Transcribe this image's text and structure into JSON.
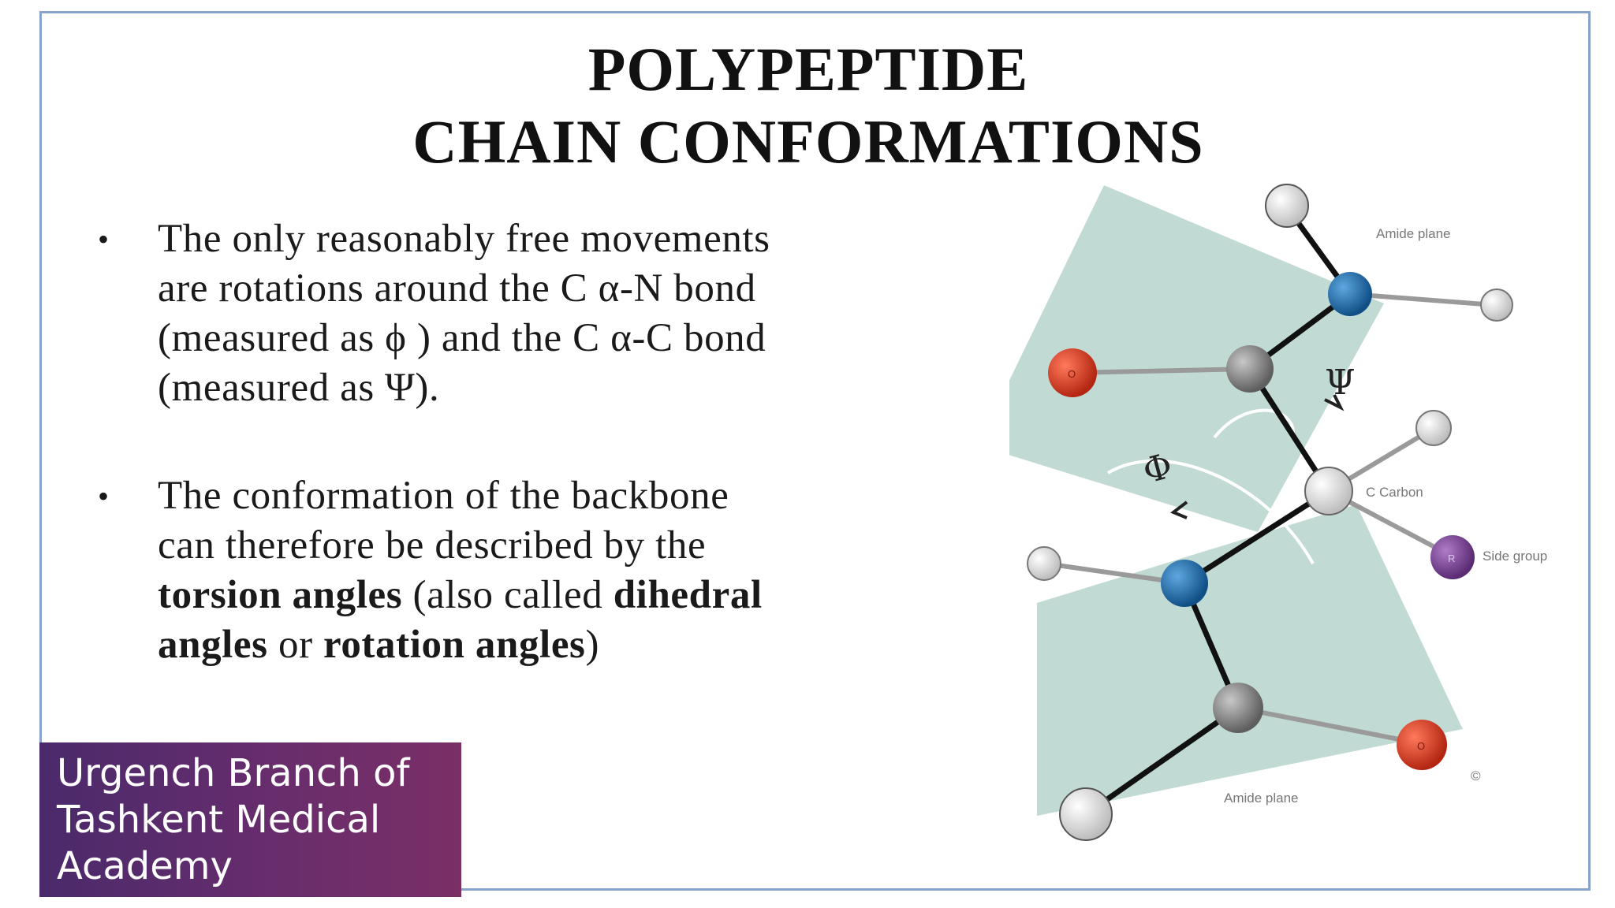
{
  "title": {
    "line1": "POLYPEPTIDE",
    "line2": "CHAIN CONFORMATIONS"
  },
  "bullets": [
    {
      "marker": "•",
      "lines": [
        "The only reasonably free movements",
        "are rotations around the C α-N  bond",
        "(measured as ϕ ) and the C α-C bond",
        "(measured as Ψ)."
      ]
    },
    {
      "marker": "•",
      "line1": "The conformation of the backbone",
      "line2": "can therefore be described by the",
      "line3_bold1": "torsion angles",
      "line3_text": " (also called ",
      "line3_bold2": "dihedral",
      "line4_bold1": "angles",
      "line4_text": " or ",
      "line4_bold2": "rotation angles",
      "line4_end": ")"
    }
  ],
  "diagram": {
    "amide_plane_top": "Amide plane",
    "amide_plane_bottom": "Amide plane",
    "c_alpha_label": "C Carbon",
    "side_group_label": "Side group",
    "psi": "Ψ",
    "phi": "Φ",
    "oxygen_atom": "O",
    "side_group_atom": "R",
    "corner_mark": "©",
    "colors": {
      "plane": "#b7d3cd",
      "nitrogen": "#1a6fb0",
      "oxygen": "#d93a1e",
      "carbon": "#8c8c8c",
      "side_group": "#7b3f97",
      "hydrogen": "#f2f2f2"
    }
  },
  "badge": {
    "line1": "Urgench Branch of",
    "line2": "Tashkent Medical",
    "line3": "Academy"
  },
  "colors": {
    "frame": "#8aa3cc",
    "badge_start": "#4a2a6b",
    "badge_end": "#7a2f66"
  }
}
